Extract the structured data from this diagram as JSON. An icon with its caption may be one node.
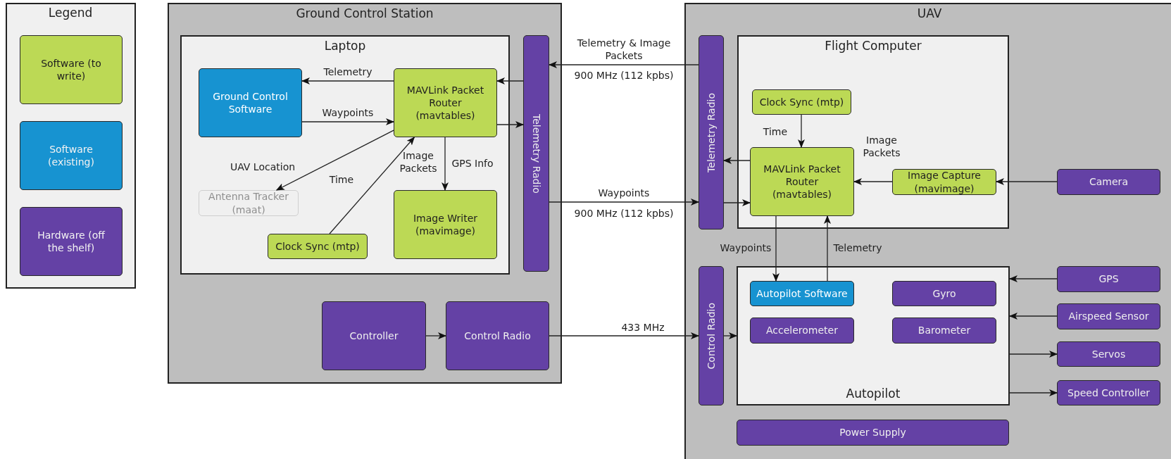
{
  "diagram": {
    "nodes": [
      {
        "text": [
          "Ground Control Station"
        ]
      },
      {
        "text": [
          "Laptop"
        ],
        "in": 0
      },
      {
        "text": [
          "Ground Control Software"
        ],
        "in": 1
      },
      {
        "text": [
          "MAVLink Packet Router (mavtables)"
        ],
        "in": 1
      },
      {
        "text": [
          "Antenna Tracker (maat)"
        ],
        "in": 1
      },
      {
        "text": [
          "Image Writer (mavimage)"
        ],
        "in": 1
      },
      {
        "text": [
          "Clock Sync (mtp)"
        ],
        "in": 1
      },
      {
        "text": [
          "Telemetry Radio"
        ],
        "in": 0
      },
      {
        "text": [
          "Controller"
        ],
        "in": 0
      },
      {
        "text": [
          "Control Radio"
        ],
        "in": 0
      },
      {
        "text": [
          "UAV"
        ]
      },
      {
        "text": [
          "Telemetry Radio"
        ],
        "in": 10
      },
      {
        "text": [
          "Flight Computer"
        ],
        "in": 10
      },
      {
        "text": [
          "Clock Sync (mtp)"
        ],
        "in": 12
      },
      {
        "text": [
          "MAVLink Packet Router (mavtables)"
        ],
        "in": 12
      },
      {
        "text": [
          "Image Capture (mavimage)"
        ],
        "in": 12
      },
      {
        "text": [
          "Camera"
        ],
        "in": 10
      },
      {
        "text": [
          "Control Radio"
        ],
        "in": 10
      },
      {
        "text": [
          "Autopilot"
        ],
        "in": 10
      },
      {
        "text": [
          "Autopilot Software"
        ],
        "in": 18
      },
      {
        "text": [
          "Gyro"
        ],
        "in": 18
      },
      {
        "text": [
          "Accelerometer"
        ],
        "in": 18
      },
      {
        "text": [
          "Barometer"
        ],
        "in": 18
      },
      {
        "text": [
          "GPS"
        ],
        "in": 10
      },
      {
        "text": [
          "Airspeed Sensor"
        ],
        "in": 10
      },
      {
        "text": [
          "Servos"
        ],
        "in": 10
      },
      {
        "text": [
          "Speed Controller"
        ],
        "in": 10
      },
      {
        "text": [
          "Power Supply"
        ],
        "in": 10
      }
    ],
    "edges": [
      {
        "from": 3,
        "to": 2,
        "arrow": "to",
        "label": "Telemetry"
      },
      {
        "from": 2,
        "to": 3,
        "arrow": "to",
        "label": "Waypoints"
      },
      {
        "from": 3,
        "to": 4,
        "arrow": "to",
        "label": "UAV Location"
      },
      {
        "from": 6,
        "to": 3,
        "arrow": "to",
        "label": "Time"
      },
      {
        "from": 3,
        "to": 5,
        "arrow": "to",
        "label": "GPS Info"
      },
      {
        "from": 7,
        "to": 3,
        "arrow": "to"
      },
      {
        "from": 3,
        "to": 7,
        "arrow": "to"
      },
      {
        "from": 11,
        "to": 7,
        "arrow": "to",
        "label": "Telemetry & Image Packets"
      },
      {
        "from": 7,
        "to": 11,
        "arrow": "to",
        "label": "Waypoints"
      },
      {
        "from": 14,
        "to": 11,
        "arrow": "to"
      },
      {
        "from": 11,
        "to": 14,
        "arrow": "to"
      },
      {
        "from": 13,
        "to": 14,
        "arrow": "to",
        "label": "Time"
      },
      {
        "from": 15,
        "to": 14,
        "arrow": "to",
        "label": "Image Packets"
      },
      {
        "from": 16,
        "to": 15,
        "arrow": "to"
      },
      {
        "from": 14,
        "to": 19,
        "arrow": "to",
        "label": "Waypoints"
      },
      {
        "from": 19,
        "to": 14,
        "arrow": "to",
        "label": "Telemetry"
      },
      {
        "from": 8,
        "to": 9,
        "arrow": "to"
      },
      {
        "from": 9,
        "to": 17,
        "arrow": "to",
        "label": "433 MHz"
      },
      {
        "from": 17,
        "to": 18,
        "arrow": "to"
      },
      {
        "from": 23,
        "to": 18,
        "arrow": "to"
      },
      {
        "from": 24,
        "to": 18,
        "arrow": "to"
      },
      {
        "from": 18,
        "to": 25,
        "arrow": "to"
      },
      {
        "from": 18,
        "to": 26,
        "arrow": "to"
      }
    ],
    "labels": [
      "Legend",
      "Image Packets",
      "900 MHz (112 kpbs)",
      "900 MHz (112 kpbs)"
    ],
    "legend": [
      {
        "text": "Software (to write)",
        "color": "#bcd955"
      },
      {
        "text": "Software (existing)",
        "color": "#1793d1"
      },
      {
        "text": "Hardware (off the shelf)",
        "color": "#6441a5"
      }
    ]
  }
}
